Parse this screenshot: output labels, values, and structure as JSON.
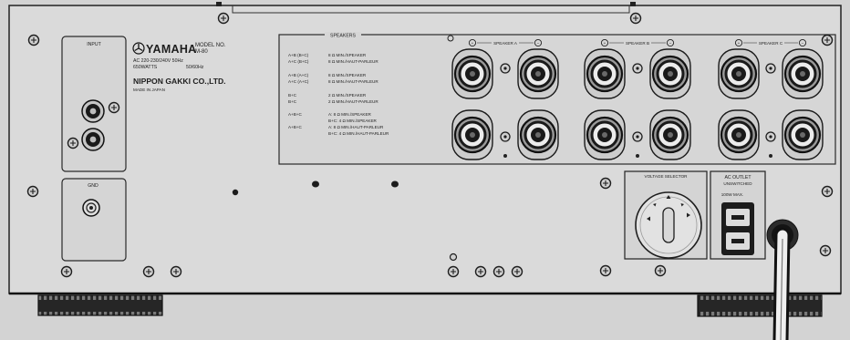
{
  "brand": {
    "name": "YAMAHA",
    "model_label": "MODEL NO.",
    "model": "M-80",
    "power_rating": "AC 220-230/240V 50Hz",
    "wattage": "650WATTS",
    "frequency": "50/60Hz",
    "maker": "NIPPON GAKKI CO.,LTD.",
    "origin": "MADE IN JAPAN"
  },
  "input": {
    "label": "INPUT"
  },
  "ground": {
    "label": "GND"
  },
  "speakers": {
    "title": "SPEAKERS",
    "positive_symbol": "+",
    "negative_symbol": "−",
    "groups": [
      {
        "label": "SPEAKER A"
      },
      {
        "label": "SPEAKER B"
      },
      {
        "label": "SPEAKER C"
      }
    ],
    "impedance_notes": [
      {
        "config": "A+B (B+C)",
        "spec": "8 Ω MIN./SPEAKER"
      },
      {
        "config": "A+C (B+C)",
        "spec": "8 Ω MIN./HAUT-PARLEUR"
      },
      {
        "config": "A+B (A+C)",
        "spec": "8 Ω MIN./SPEAKER"
      },
      {
        "config": "A+C (A+C)",
        "spec": "8 Ω MIN./HAUT-PARLEUR"
      },
      {
        "config": "B+C",
        "spec": "2 Ω MIN./SPEAKER"
      },
      {
        "config": "B+C",
        "spec": "2 Ω MIN./HAUT-PARLEUR"
      },
      {
        "config": "A+B+C",
        "spec": "A: 8 Ω MIN./SPEAKER"
      },
      {
        "spec": "B+C: 4 Ω MIN./SPEAKER"
      },
      {
        "config": "A+B+C",
        "spec": "A: 8 Ω MIN./HAUT-PARLEUR"
      },
      {
        "spec": "B+C: 4 Ω MIN./HAUT-PARLEUR"
      }
    ]
  },
  "voltage_selector": {
    "label": "VOLTAGE SELECTOR"
  },
  "ac_outlet": {
    "label": "AC OUTLET",
    "note": "UNSWITCHED",
    "rating": "100W MAX."
  },
  "colors": {
    "panel": "#dadada",
    "outline": "#222222",
    "terminal": "#1a1a1a"
  }
}
